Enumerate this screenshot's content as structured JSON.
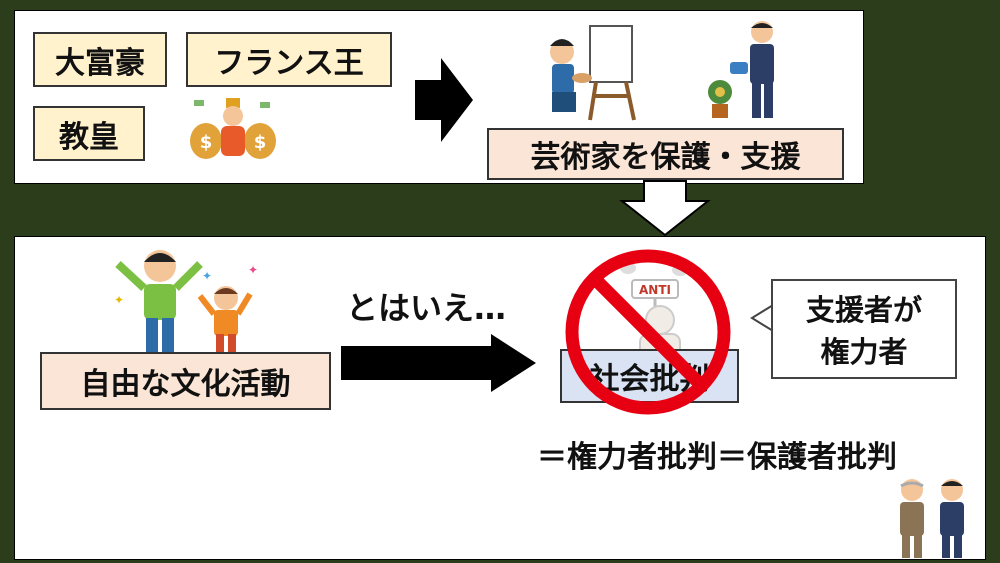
{
  "top": {
    "patrons": [
      "大富豪",
      "フランス王",
      "教皇"
    ],
    "result": "芸術家を保護・支援"
  },
  "bottom": {
    "freedom": "自由な文化活動",
    "however": "とはいえ…",
    "critique": "社会批判",
    "anti_sign": "ANTI",
    "bubble_line1": "支援者が",
    "bubble_line2": "権力者",
    "equation": "＝権力者批判＝保護者批判"
  },
  "colors": {
    "background": "#2b3d1b",
    "cream": "#fff2cc",
    "peach": "#fbe5d6",
    "blue": "#dae3f3",
    "ban": "#e60012"
  }
}
